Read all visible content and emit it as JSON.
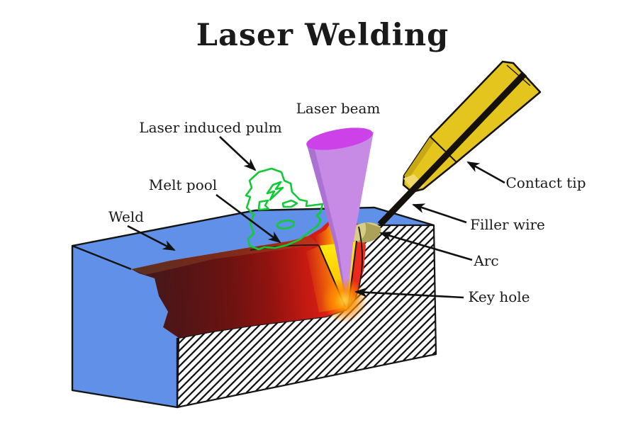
{
  "title": "Laser Welding",
  "labels": {
    "laser_beam": "Laser beam",
    "laser_induced_plume": "Laser induced pulm",
    "melt_pool": "Melt pool",
    "weld": "Weld",
    "contact_tip": "Contact tip",
    "filler_wire": "Filler wire",
    "arc": "Arc",
    "key_hole": "Key hole"
  },
  "colors": {
    "workpiece": "#6090E8",
    "beam_body": "#C78BE5",
    "beam_top": "#CC41E8",
    "plume": "#11CB36",
    "torch": "#E3C51E",
    "melt_dark": "#3A1D20",
    "melt_red": "#EE2B1C",
    "keyhole_yellow": "#FFEC10",
    "hot_orange": "#FF8A00",
    "arc_tan": "#D9CC86",
    "wire": "#15100A",
    "outline": "#141414"
  }
}
